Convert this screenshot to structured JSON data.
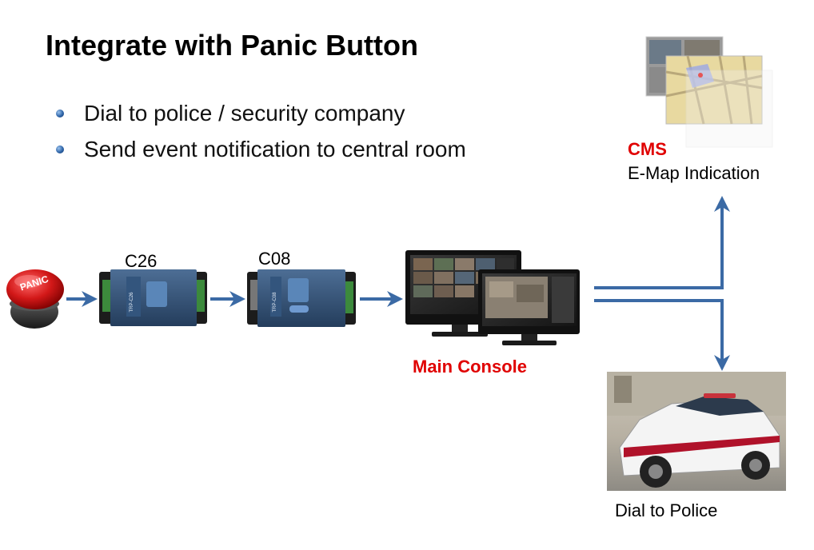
{
  "title": "Integrate with Panic Button",
  "bullets": [
    "Dial to police / security company",
    "Send event notification to central room"
  ],
  "panic_button": {
    "label": "PANIC"
  },
  "devices": {
    "c26": {
      "label": "C26",
      "face_text": "TRP-C26"
    },
    "c08": {
      "label": "C08",
      "face_text": "TRP-C08"
    }
  },
  "main_console": {
    "label": "Main Console"
  },
  "cms": {
    "title": "CMS",
    "subtitle": "E-Map Indication"
  },
  "police": {
    "label": "Dial to Police"
  },
  "colors": {
    "accent_red": "#e00000",
    "arrow_blue": "#3b6aa5",
    "bullet_blue": "#2e64a8"
  }
}
